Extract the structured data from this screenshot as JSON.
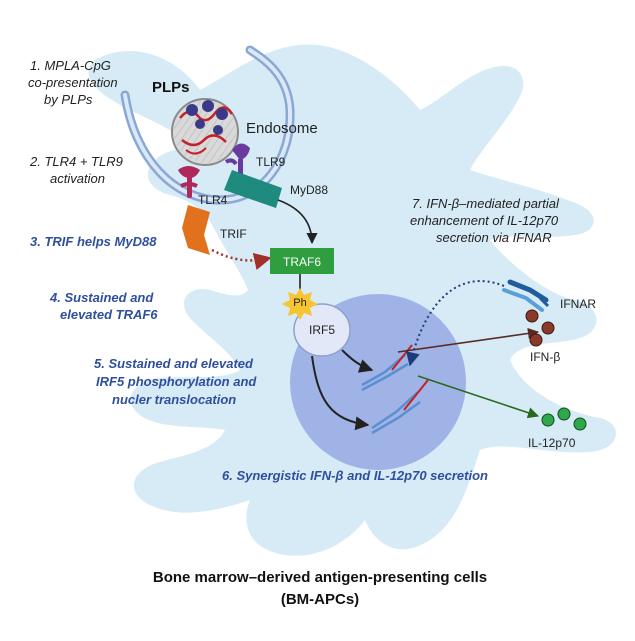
{
  "steps": {
    "s1_line1": "1. MPLA-CpG",
    "s1_line2": "co-presentation",
    "s1_line3": "by PLPs",
    "s2_line1": "2. TLR4 + TLR9",
    "s2_line2": "activation",
    "s3": "3. TRIF helps MyD88",
    "s4_line1": "4.  Sustained and",
    "s4_line2": "elevated TRAF6",
    "s5_line1": "5. Sustained and elevated",
    "s5_line2": "IRF5 phosphorylation and",
    "s5_line3": "nucler translocation",
    "s6": "6. Synergistic IFN-β and IL-12p70  secretion",
    "s7_line1": "7. IFN-β–mediated partial",
    "s7_line2": "enhancement of IL-12p70",
    "s7_line3": "secretion via IFNAR"
  },
  "labels": {
    "plps": "PLPs",
    "endosome": "Endosome",
    "tlr9": "TLR9",
    "tlr4": "TLR4",
    "myd88": "MyD88",
    "trif": "TRIF",
    "traf6": "TRAF6",
    "ph": "Ph",
    "irf5": "IRF5",
    "ifnar": "IFNAR",
    "ifnb": "IFN-β",
    "il12": "IL-12p70"
  },
  "caption": {
    "line1": "Bone marrow–derived antigen-presenting cells",
    "line2": "(BM-APCs)"
  },
  "colors": {
    "cell": "#d6ebf6",
    "nucleus": "#9fb3e6",
    "traf6": "#2e9e3e",
    "myd88": "#1f8a7e",
    "trif": "#e2711d",
    "tlr": "#b0285a",
    "ph": "#f7c531",
    "ifnb_bead": "#8b3a2a",
    "il12_bead": "#2ea84a",
    "step_blue": "#2f4f9e"
  }
}
